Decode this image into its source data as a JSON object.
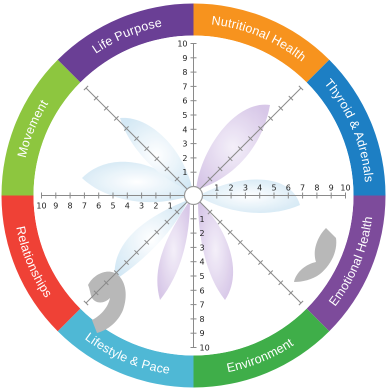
{
  "segments": [
    {
      "label": "Nutritional Health",
      "color": "#f7931e"
    },
    {
      "label": "Thyroid & Adrenals",
      "color": "#1d7fc4"
    },
    {
      "label": "Emotional Health",
      "color": "#7d4b9b"
    },
    {
      "label": "Environment",
      "color": "#3fae49"
    },
    {
      "label": "Lifestyle & Pace",
      "color": "#4fb8d5"
    },
    {
      "label": "Relationships",
      "color": "#ef4136"
    },
    {
      "label": "Movement",
      "color": "#8dc63f"
    },
    {
      "label": "Life Purpose",
      "color": "#6a3f95"
    }
  ],
  "scale": {
    "top": [
      "10",
      "9",
      "8",
      "7",
      "6",
      "5",
      "4",
      "3",
      "2",
      "1"
    ],
    "right": [
      "1",
      "2",
      "3",
      "4",
      "5",
      "6",
      "7",
      "8",
      "9",
      "10"
    ],
    "bottom": [
      "1",
      "2",
      "3",
      "4",
      "5",
      "6",
      "7",
      "8",
      "9",
      "10"
    ],
    "left": [
      "10",
      "9",
      "8",
      "7",
      "6",
      "5",
      "4",
      "3",
      "2",
      "1"
    ]
  },
  "colors": {
    "axis": "#8a8a8a",
    "flower_light": "#d9ecf7",
    "flower_purple": "#d7c8e6",
    "hands": "#b8b8b8"
  },
  "decorations": [
    "flower-illustration",
    "hands-illustration"
  ]
}
